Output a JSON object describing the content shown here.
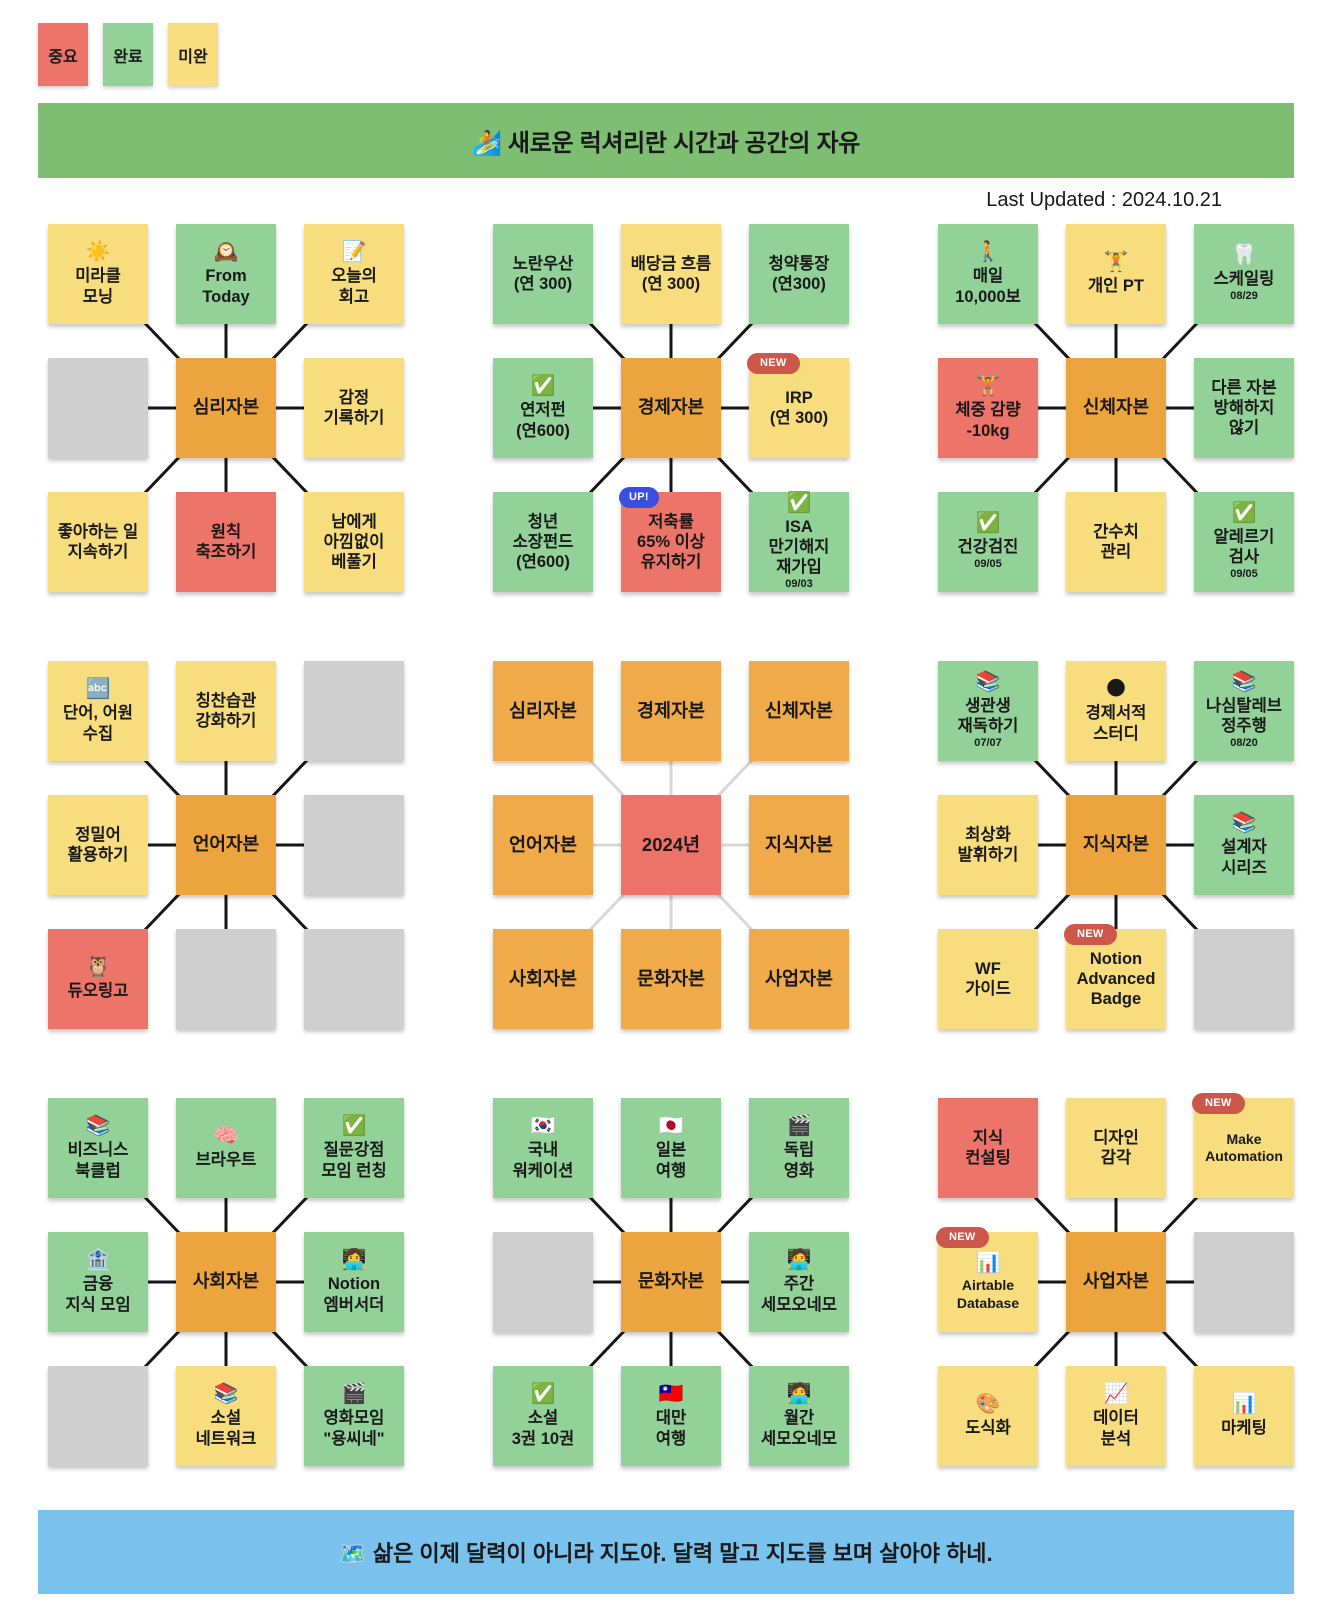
{
  "header": {
    "title": "🏄 새로운 럭셔리란 시간과 공간의 자유",
    "last_updated": "Last Updated : 2024.10.21"
  },
  "footer": {
    "quote": "🗺️ 삶은 이제 달력이 아니라 지도야. 달력 말고 지도를 보며 살아야 하네."
  },
  "legend": [
    {
      "name": "legend-important",
      "label": "중요",
      "type": "red"
    },
    {
      "name": "legend-done",
      "label": "완료",
      "type": "green"
    },
    {
      "name": "legend-incomplete",
      "label": "미완",
      "type": "yellow"
    }
  ],
  "colors": {
    "red": "#ED7469",
    "green": "#92D298",
    "yellow": "#F7DD7D",
    "orange": "#ECA43E",
    "orange_light": "#F0AA49",
    "gray": "#CFCFCF",
    "center_red": "#ED7369",
    "badge_red": "#CC584C",
    "badge_blue": "#3A4FE0",
    "banner_green": "#7EBE73",
    "banner_blue": "#79C2EE",
    "line_dark": "#161616",
    "line_light": "#D8D8D8"
  },
  "board": {
    "grids": [
      {
        "name": "mandala-psychological-capital",
        "line_color": "#161616",
        "cell_class": "",
        "cells": [
          {
            "type": "yellow",
            "icon": "☀️",
            "icon_name": "sun-icon",
            "text": "미라클\n모닝"
          },
          {
            "type": "green",
            "icon": "🕰️",
            "icon_name": "mantel-clock-icon",
            "text": "From\nToday"
          },
          {
            "type": "yellow",
            "icon": "📝",
            "icon_name": "memo-icon",
            "text": "오늘의\n회고"
          },
          {
            "type": "gray"
          },
          {
            "type": "orange",
            "center": true,
            "text": "심리자본"
          },
          {
            "type": "yellow",
            "text": "감정\n기록하기"
          },
          {
            "type": "yellow",
            "text": "좋아하는 일\n지속하기"
          },
          {
            "type": "red",
            "text": "원칙\n축조하기"
          },
          {
            "type": "yellow",
            "text": "남에게\n아낌없이\n베풀기"
          }
        ]
      },
      {
        "name": "mandala-economic-capital",
        "line_color": "#161616",
        "cell_class": "",
        "cells": [
          {
            "type": "green",
            "text": "노란우산\n(연 300)"
          },
          {
            "type": "yellow",
            "text": "배당금 흐름\n(연 300)"
          },
          {
            "type": "green",
            "text": "청약통장\n(연300)"
          },
          {
            "type": "green",
            "icon": "✅",
            "icon_name": "check-icon",
            "text": "연저펀\n(연600)"
          },
          {
            "type": "orange",
            "center": true,
            "text": "경제자본"
          },
          {
            "type": "yellow",
            "badge": {
              "label": "NEW",
              "variant": "badge_red"
            },
            "text": "IRP\n(연 300)"
          },
          {
            "type": "green",
            "text": "청년\n소장펀드\n(연600)"
          },
          {
            "type": "red",
            "badge": {
              "label": "UP!",
              "variant": "badge_blue"
            },
            "text": "저축률\n65% 이상\n유지하기"
          },
          {
            "type": "green",
            "icon": "✅",
            "icon_name": "check-icon",
            "text": "ISA\n만기해지\n재가입",
            "date": "09/03"
          }
        ]
      },
      {
        "name": "mandala-physical-capital",
        "line_color": "#161616",
        "cell_class": "",
        "cells": [
          {
            "type": "green",
            "icon": "🚶",
            "icon_name": "walking-person-icon",
            "text": "매일\n10,000보"
          },
          {
            "type": "yellow",
            "icon": "🏋️",
            "icon_name": "weight-lifter-icon",
            "text": "개인 PT"
          },
          {
            "type": "green",
            "icon": "🦷",
            "icon_name": "tooth-icon",
            "text": "스케일링",
            "date": "08/29"
          },
          {
            "type": "red",
            "icon": "🏋️",
            "icon_name": "weight-lifter-icon",
            "text": "체중 감량\n-10kg"
          },
          {
            "type": "orange",
            "center": true,
            "text": "신체자본"
          },
          {
            "type": "green",
            "text": "다른 자본\n방해하지\n않기"
          },
          {
            "type": "green",
            "icon": "✅",
            "icon_name": "check-icon",
            "text": "건강검진",
            "date": "09/05"
          },
          {
            "type": "yellow",
            "text": "간수치\n관리"
          },
          {
            "type": "green",
            "icon": "✅",
            "icon_name": "check-icon",
            "text": "알레르기\n검사",
            "date": "09/05"
          }
        ]
      },
      {
        "name": "mandala-language-capital",
        "line_color": "#161616",
        "cell_class": "",
        "cells": [
          {
            "type": "yellow",
            "icon": "🔤",
            "icon_name": "abc-icon",
            "text": "단어, 어원\n수집"
          },
          {
            "type": "yellow",
            "text": "칭찬습관\n강화하기"
          },
          {
            "type": "gray"
          },
          {
            "type": "yellow",
            "text": "정밀어\n활용하기"
          },
          {
            "type": "orange",
            "center": true,
            "text": "언어자본"
          },
          {
            "type": "gray"
          },
          {
            "type": "red",
            "icon": "🦉",
            "icon_name": "duolingo-owl-icon",
            "text": "듀오링고"
          },
          {
            "type": "gray"
          },
          {
            "type": "gray"
          }
        ]
      },
      {
        "name": "mandala-2024-overview",
        "line_color": "#D8D8D8",
        "cell_class": "big",
        "cells": [
          {
            "type": "orange_light",
            "text": "심리자본"
          },
          {
            "type": "orange_light",
            "text": "경제자본"
          },
          {
            "type": "orange_light",
            "text": "신체자본"
          },
          {
            "type": "orange_light",
            "text": "언어자본"
          },
          {
            "type": "center_red",
            "center": true,
            "text": "2024년"
          },
          {
            "type": "orange_light",
            "text": "지식자본"
          },
          {
            "type": "orange_light",
            "text": "사회자본"
          },
          {
            "type": "orange_light",
            "text": "문화자본"
          },
          {
            "type": "orange_light",
            "text": "사업자본"
          }
        ]
      },
      {
        "name": "mandala-knowledge-capital",
        "line_color": "#161616",
        "cell_class": "",
        "cells": [
          {
            "type": "green",
            "icon": "📚",
            "icon_name": "books-icon",
            "text": "생관생\n재독하기",
            "date": "07/07"
          },
          {
            "type": "yellow",
            "icon": "🌑",
            "icon_name": "moon-icon",
            "text": "경제서적\n스터디"
          },
          {
            "type": "green",
            "icon": "📚",
            "icon_name": "books-icon",
            "text": "나심탈레브\n정주행",
            "date": "08/20"
          },
          {
            "type": "yellow",
            "text": "최상화\n발휘하기"
          },
          {
            "type": "orange",
            "center": true,
            "text": "지식자본"
          },
          {
            "type": "green",
            "icon": "📚",
            "icon_name": "books-icon",
            "text": "설계자\n시리즈"
          },
          {
            "type": "yellow",
            "text": "WF\n가이드"
          },
          {
            "type": "yellow",
            "badge": {
              "label": "NEW",
              "variant": "badge_red"
            },
            "text": "Notion\nAdvanced\nBadge"
          },
          {
            "type": "gray"
          }
        ]
      },
      {
        "name": "mandala-social-capital",
        "line_color": "#161616",
        "cell_class": "",
        "cells": [
          {
            "type": "green",
            "icon": "📚",
            "icon_name": "books-icon",
            "text": "비즈니스\n북클럽"
          },
          {
            "type": "green",
            "icon": "🧠",
            "icon_name": "brain-icon",
            "text": "브라우트"
          },
          {
            "type": "green",
            "icon": "✅",
            "icon_name": "check-icon",
            "text": "질문강점\n모임 런칭"
          },
          {
            "type": "green",
            "icon": "🏦",
            "icon_name": "bank-icon",
            "text": "금융\n지식 모임"
          },
          {
            "type": "orange",
            "center": true,
            "text": "사회자본"
          },
          {
            "type": "green",
            "icon": "👩‍💻",
            "icon_name": "woman-technologist-icon",
            "text": "Notion\n엠버서더"
          },
          {
            "type": "gray"
          },
          {
            "type": "yellow",
            "icon": "📚",
            "icon_name": "books-icon",
            "text": "소설\n네트워크"
          },
          {
            "type": "green",
            "icon": "🎬",
            "icon_name": "clapper-board-icon",
            "text": "영화모임\n\"용씨네\""
          }
        ]
      },
      {
        "name": "mandala-cultural-capital",
        "line_color": "#161616",
        "cell_class": "",
        "cells": [
          {
            "type": "green",
            "icon": "🇰🇷",
            "icon_name": "korea-flag-icon",
            "text": "국내\n워케이션"
          },
          {
            "type": "green",
            "icon": "🇯🇵",
            "icon_name": "japan-flag-icon",
            "text": "일본\n여행"
          },
          {
            "type": "green",
            "icon": "🎬",
            "icon_name": "clapper-board-icon",
            "text": "독립\n영화"
          },
          {
            "type": "gray"
          },
          {
            "type": "orange",
            "center": true,
            "text": "문화자본"
          },
          {
            "type": "green",
            "icon": "🧑‍💻",
            "icon_name": "technologist-icon",
            "text": "주간\n세모오네모"
          },
          {
            "type": "green",
            "icon": "✅",
            "icon_name": "check-icon",
            "text": "소설\n3권 10권"
          },
          {
            "type": "green",
            "icon": "🇹🇼",
            "icon_name": "taiwan-flag-icon",
            "text": "대만\n여행"
          },
          {
            "type": "green",
            "icon": "🧑‍💻",
            "icon_name": "technologist-icon",
            "text": "월간\n세모오네모"
          }
        ]
      },
      {
        "name": "mandala-business-capital",
        "line_color": "#161616",
        "cell_class": "",
        "cells": [
          {
            "type": "red",
            "text": "지식\n컨설팅"
          },
          {
            "type": "yellow",
            "text": "디자인\n감각"
          },
          {
            "type": "yellow",
            "small": true,
            "badge": {
              "label": "NEW",
              "variant": "badge_red"
            },
            "text": "Make\nAutomation"
          },
          {
            "type": "yellow",
            "small": true,
            "badge": {
              "label": "NEW",
              "variant": "badge_red"
            },
            "icon": "📊",
            "icon_name": "bar-chart-icon",
            "text": "Airtable\nDatabase"
          },
          {
            "type": "orange",
            "center": true,
            "text": "사업자본"
          },
          {
            "type": "gray"
          },
          {
            "type": "yellow",
            "icon": "🎨",
            "icon_name": "palette-icon",
            "text": "도식화"
          },
          {
            "type": "yellow",
            "icon": "📈",
            "icon_name": "chart-increasing-icon",
            "text": "데이터\n분석"
          },
          {
            "type": "yellow",
            "icon": "📊",
            "icon_name": "bar-chart-icon",
            "text": "마케팅"
          }
        ]
      }
    ]
  }
}
